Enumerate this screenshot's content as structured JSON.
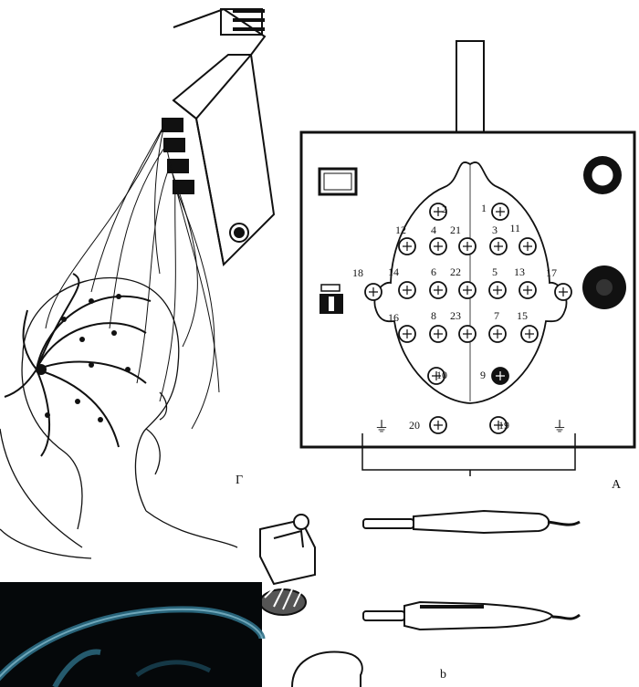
{
  "panel_labels": {
    "a": "A",
    "b": "b",
    "g": "Г"
  },
  "electrodes": [
    {
      "n": "1"
    },
    {
      "n": "2"
    },
    {
      "n": "3"
    },
    {
      "n": "4"
    },
    {
      "n": "5"
    },
    {
      "n": "6"
    },
    {
      "n": "7"
    },
    {
      "n": "8"
    },
    {
      "n": "9"
    },
    {
      "n": "10"
    },
    {
      "n": "11"
    },
    {
      "n": "12"
    },
    {
      "n": "13"
    },
    {
      "n": "14"
    },
    {
      "n": "15"
    },
    {
      "n": "16"
    },
    {
      "n": "17"
    },
    {
      "n": "18"
    },
    {
      "n": "19"
    },
    {
      "n": "20"
    },
    {
      "n": "21"
    },
    {
      "n": "22"
    },
    {
      "n": "23"
    }
  ],
  "ground_symbol": "⏚",
  "colors": {
    "ink": "#111111",
    "paper": "#ffffff",
    "photo_bg": "#05080a",
    "photo_cable": "#2d6f86"
  }
}
